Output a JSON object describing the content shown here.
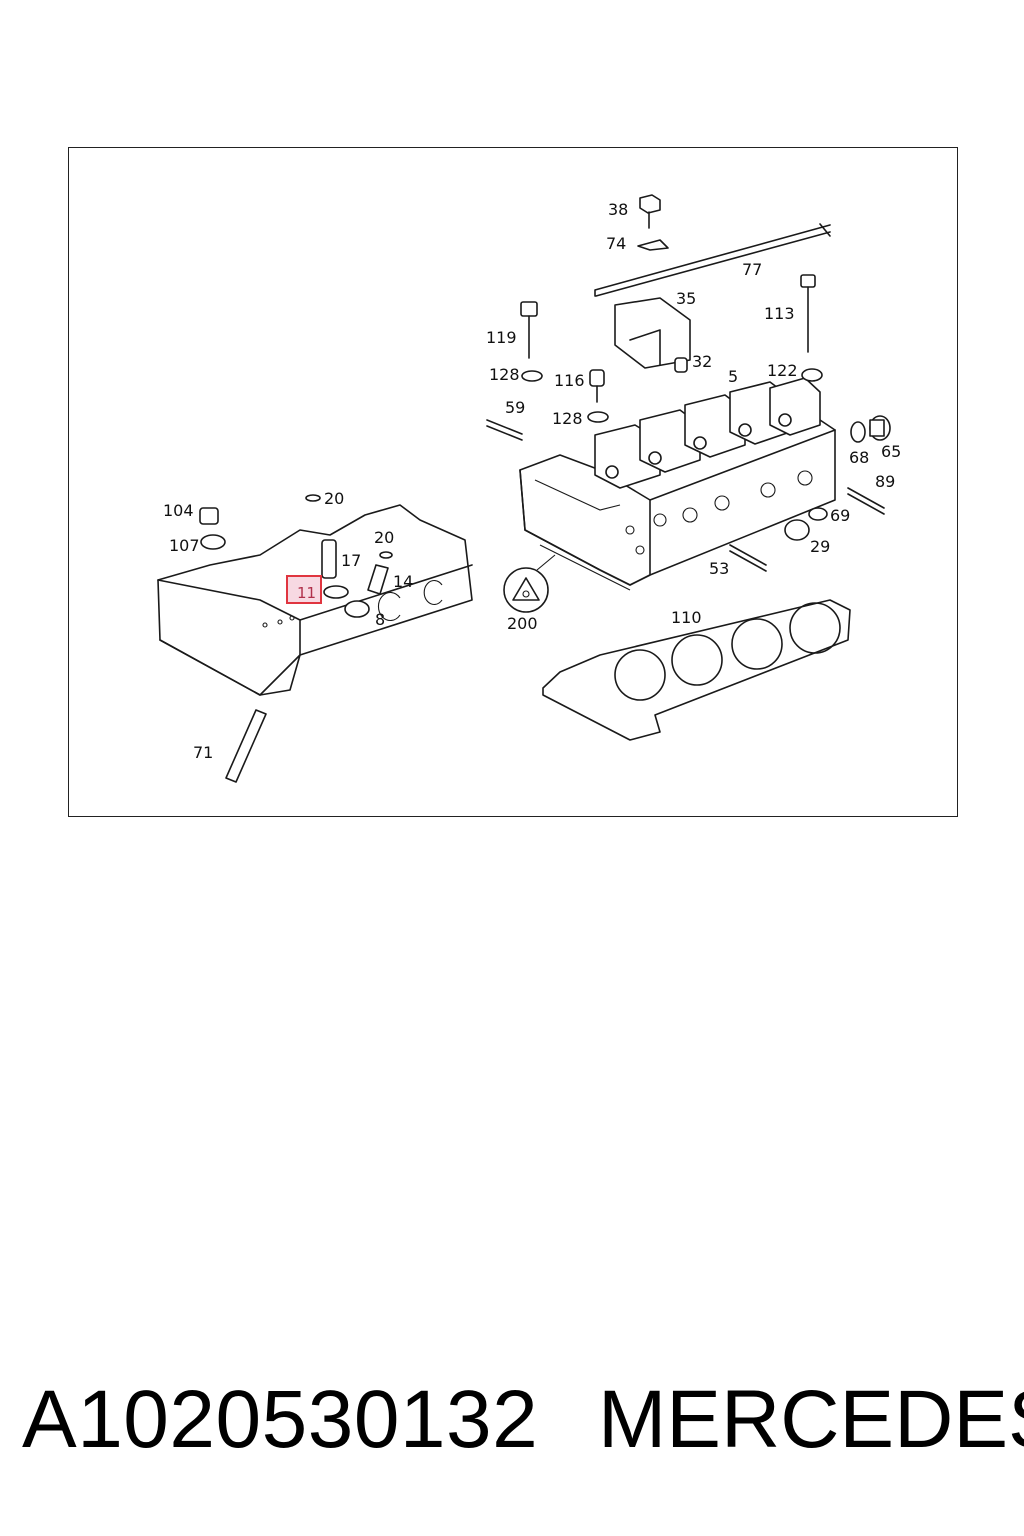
{
  "diagram": {
    "highlight_label": "11",
    "labels": [
      "38",
      "74",
      "77",
      "35",
      "119",
      "113",
      "32",
      "128",
      "116",
      "122",
      "5",
      "59",
      "128",
      "68",
      "65",
      "89",
      "104",
      "20",
      "69",
      "107",
      "20",
      "17",
      "29",
      "53",
      "14",
      "200",
      "8",
      "110",
      "71"
    ]
  },
  "footer": {
    "part_number": "A1020530132",
    "brand": "MERCEDES"
  },
  "colors": {
    "highlight_border": "#e0353f",
    "highlight_fill": "#f7d9e2"
  }
}
